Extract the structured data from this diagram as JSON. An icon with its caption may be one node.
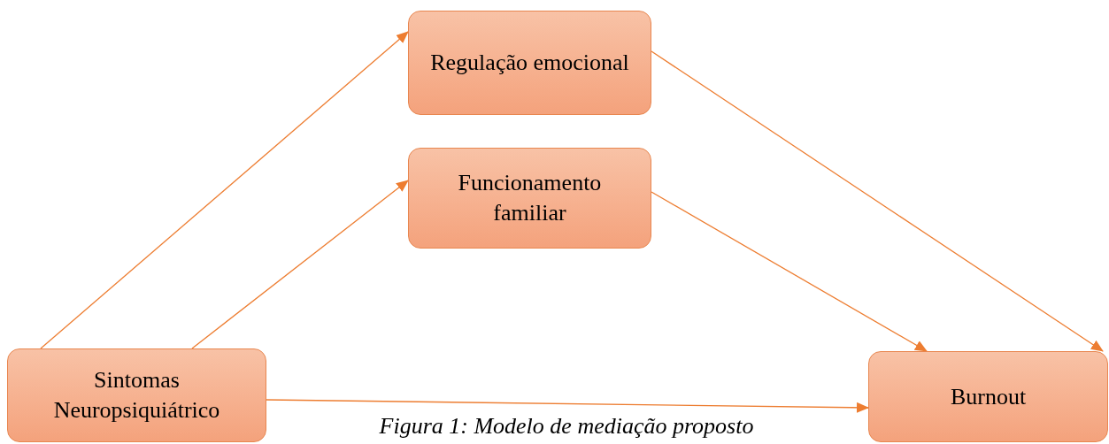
{
  "diagram": {
    "caption": "Figura 1: Modelo de mediação proposto",
    "nodes": [
      {
        "text": [
          "Regulação emocional"
        ]
      },
      {
        "text": [
          "Funcionamento familiar"
        ]
      },
      {
        "text": [
          "Sintomas Neuropsiquiátrico"
        ]
      },
      {
        "text": [
          "Burnout"
        ]
      }
    ],
    "edges": [
      {
        "from": 2,
        "to": 0,
        "arrow": "to"
      },
      {
        "from": 2,
        "to": 1,
        "arrow": "to"
      },
      {
        "from": 2,
        "to": 3,
        "arrow": "to"
      },
      {
        "from": 0,
        "to": 3,
        "arrow": "to"
      },
      {
        "from": 1,
        "to": 3,
        "arrow": "to"
      }
    ]
  }
}
